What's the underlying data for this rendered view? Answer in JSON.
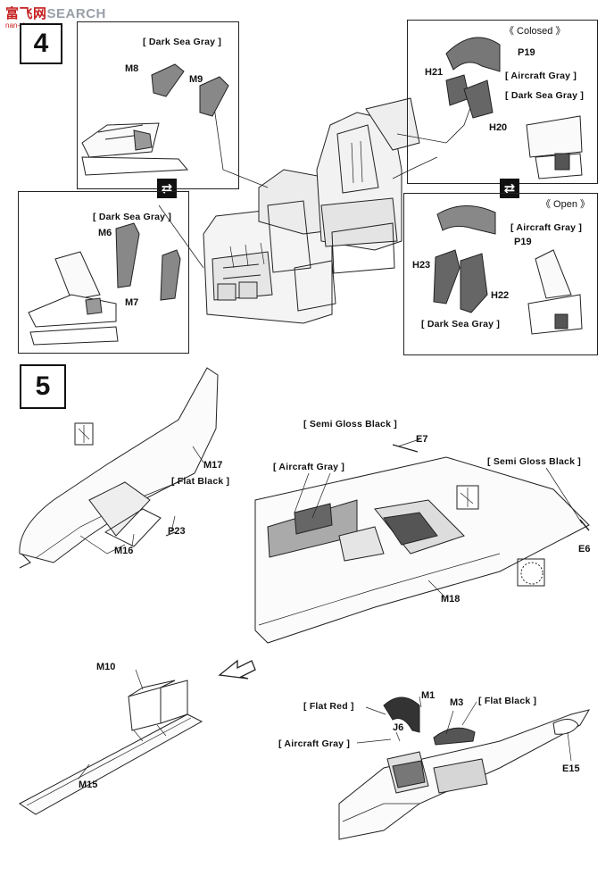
{
  "watermark": {
    "brand_a": "富飞网",
    "brand_b": "SEARCH",
    "url": "nan-shan.com"
  },
  "step4": {
    "number": "4",
    "top_left": {
      "paint": "[ Dark Sea Gray ]",
      "parts": [
        "M8",
        "M9"
      ]
    },
    "bottom_left": {
      "paint": "[ Dark Sea Gray ]",
      "parts": [
        "M6",
        "M7"
      ]
    },
    "closed": {
      "title": "《 Colosed 》",
      "parts": [
        "P19",
        "H21",
        "H20"
      ],
      "paints": [
        "[ Aircraft Gray ]",
        "[ Dark Sea Gray ]"
      ]
    },
    "open": {
      "title": "《 Open 》",
      "parts": [
        "P19",
        "H23",
        "H22"
      ],
      "paints": [
        "[ Aircraft Gray ]",
        "[ Dark Sea Gray ]"
      ]
    }
  },
  "step5": {
    "number": "5",
    "labels": {
      "m17": "M17",
      "m16": "M16",
      "p23": "P23",
      "flat_black_1": "[ Flat Black ]",
      "semi_gloss_1": "[ Semi Gloss Black ]",
      "e7": "E7",
      "semi_gloss_2": "[ Semi Gloss Black ]",
      "e6": "E6",
      "aircraft_gray_1": "[ Aircraft Gray ]",
      "m18": "M18",
      "m10": "M10",
      "m15": "M15",
      "m1": "M1",
      "m3": "M3",
      "flat_red": "[ Flat Red ]",
      "flat_black_2": "[ Flat Black ]",
      "j6": "J6",
      "aircraft_gray_2": "[ Aircraft Gray ]",
      "e15": "E15"
    }
  }
}
